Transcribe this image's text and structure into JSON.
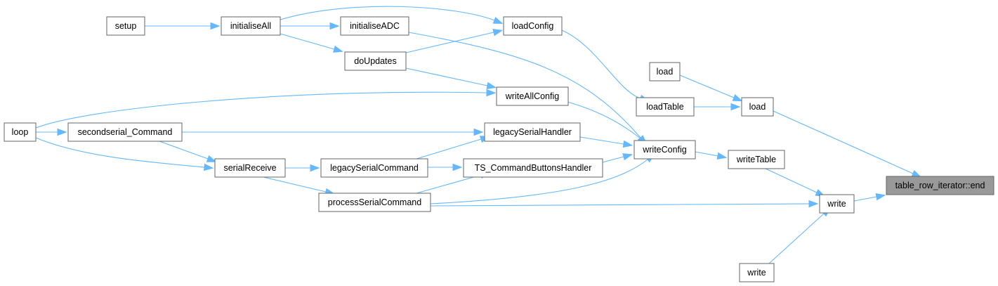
{
  "graph": {
    "colors": {
      "edge": "#63b8ff",
      "node_border": "#666666",
      "focus_fill": "#999999"
    },
    "nodes": [
      {
        "id": "setup",
        "label": "setup"
      },
      {
        "id": "initialiseAll",
        "label": "initialiseAll"
      },
      {
        "id": "initialiseADC",
        "label": "initialiseADC"
      },
      {
        "id": "loadConfig",
        "label": "loadConfig"
      },
      {
        "id": "doUpdates",
        "label": "doUpdates"
      },
      {
        "id": "load",
        "label": "load"
      },
      {
        "id": "loadTable",
        "label": "loadTable"
      },
      {
        "id": "loadMain",
        "label": "load"
      },
      {
        "id": "writeAllConfig",
        "label": "writeAllConfig"
      },
      {
        "id": "loop",
        "label": "loop"
      },
      {
        "id": "secondserial_Command",
        "label": "secondserial_Command"
      },
      {
        "id": "legacySerialHandler",
        "label": "legacySerialHandler"
      },
      {
        "id": "writeConfig",
        "label": "writeConfig"
      },
      {
        "id": "serialReceive",
        "label": "serialReceive"
      },
      {
        "id": "legacySerialCommand",
        "label": "legacySerialCommand"
      },
      {
        "id": "TS_CommandButtonsHandler",
        "label": "TS_CommandButtonsHandler"
      },
      {
        "id": "writeTable",
        "label": "writeTable"
      },
      {
        "id": "table_row_iterator_end",
        "label": "table_row_iterator::end",
        "focus": true
      },
      {
        "id": "processSerialCommand",
        "label": "processSerialCommand"
      },
      {
        "id": "write",
        "label": "write"
      },
      {
        "id": "write2",
        "label": "write"
      }
    ],
    "edges": [
      {
        "from": "setup",
        "to": "initialiseAll"
      },
      {
        "from": "initialiseAll",
        "to": "initialiseADC"
      },
      {
        "from": "initialiseAll",
        "to": "loadConfig"
      },
      {
        "from": "initialiseAll",
        "to": "doUpdates"
      },
      {
        "from": "initialiseADC",
        "to": "writeConfig"
      },
      {
        "from": "doUpdates",
        "to": "loadConfig"
      },
      {
        "from": "doUpdates",
        "to": "writeAllConfig"
      },
      {
        "from": "loadConfig",
        "to": "loadTable"
      },
      {
        "from": "load",
        "to": "loadMain"
      },
      {
        "from": "loadTable",
        "to": "loadMain"
      },
      {
        "from": "loop",
        "to": "writeAllConfig"
      },
      {
        "from": "loop",
        "to": "secondserial_Command"
      },
      {
        "from": "loop",
        "to": "serialReceive"
      },
      {
        "from": "secondserial_Command",
        "to": "legacySerialHandler"
      },
      {
        "from": "secondserial_Command",
        "to": "serialReceive"
      },
      {
        "from": "serialReceive",
        "to": "legacySerialCommand"
      },
      {
        "from": "serialReceive",
        "to": "processSerialCommand"
      },
      {
        "from": "legacySerialCommand",
        "to": "legacySerialHandler"
      },
      {
        "from": "legacySerialCommand",
        "to": "TS_CommandButtonsHandler"
      },
      {
        "from": "processSerialCommand",
        "to": "TS_CommandButtonsHandler"
      },
      {
        "from": "processSerialCommand",
        "to": "writeConfig"
      },
      {
        "from": "processSerialCommand",
        "to": "write"
      },
      {
        "from": "writeAllConfig",
        "to": "writeConfig"
      },
      {
        "from": "legacySerialHandler",
        "to": "writeConfig"
      },
      {
        "from": "TS_CommandButtonsHandler",
        "to": "writeConfig"
      },
      {
        "from": "writeConfig",
        "to": "writeTable"
      },
      {
        "from": "writeTable",
        "to": "write"
      },
      {
        "from": "write2",
        "to": "write"
      },
      {
        "from": "loadMain",
        "to": "table_row_iterator_end"
      },
      {
        "from": "write",
        "to": "table_row_iterator_end"
      }
    ]
  }
}
